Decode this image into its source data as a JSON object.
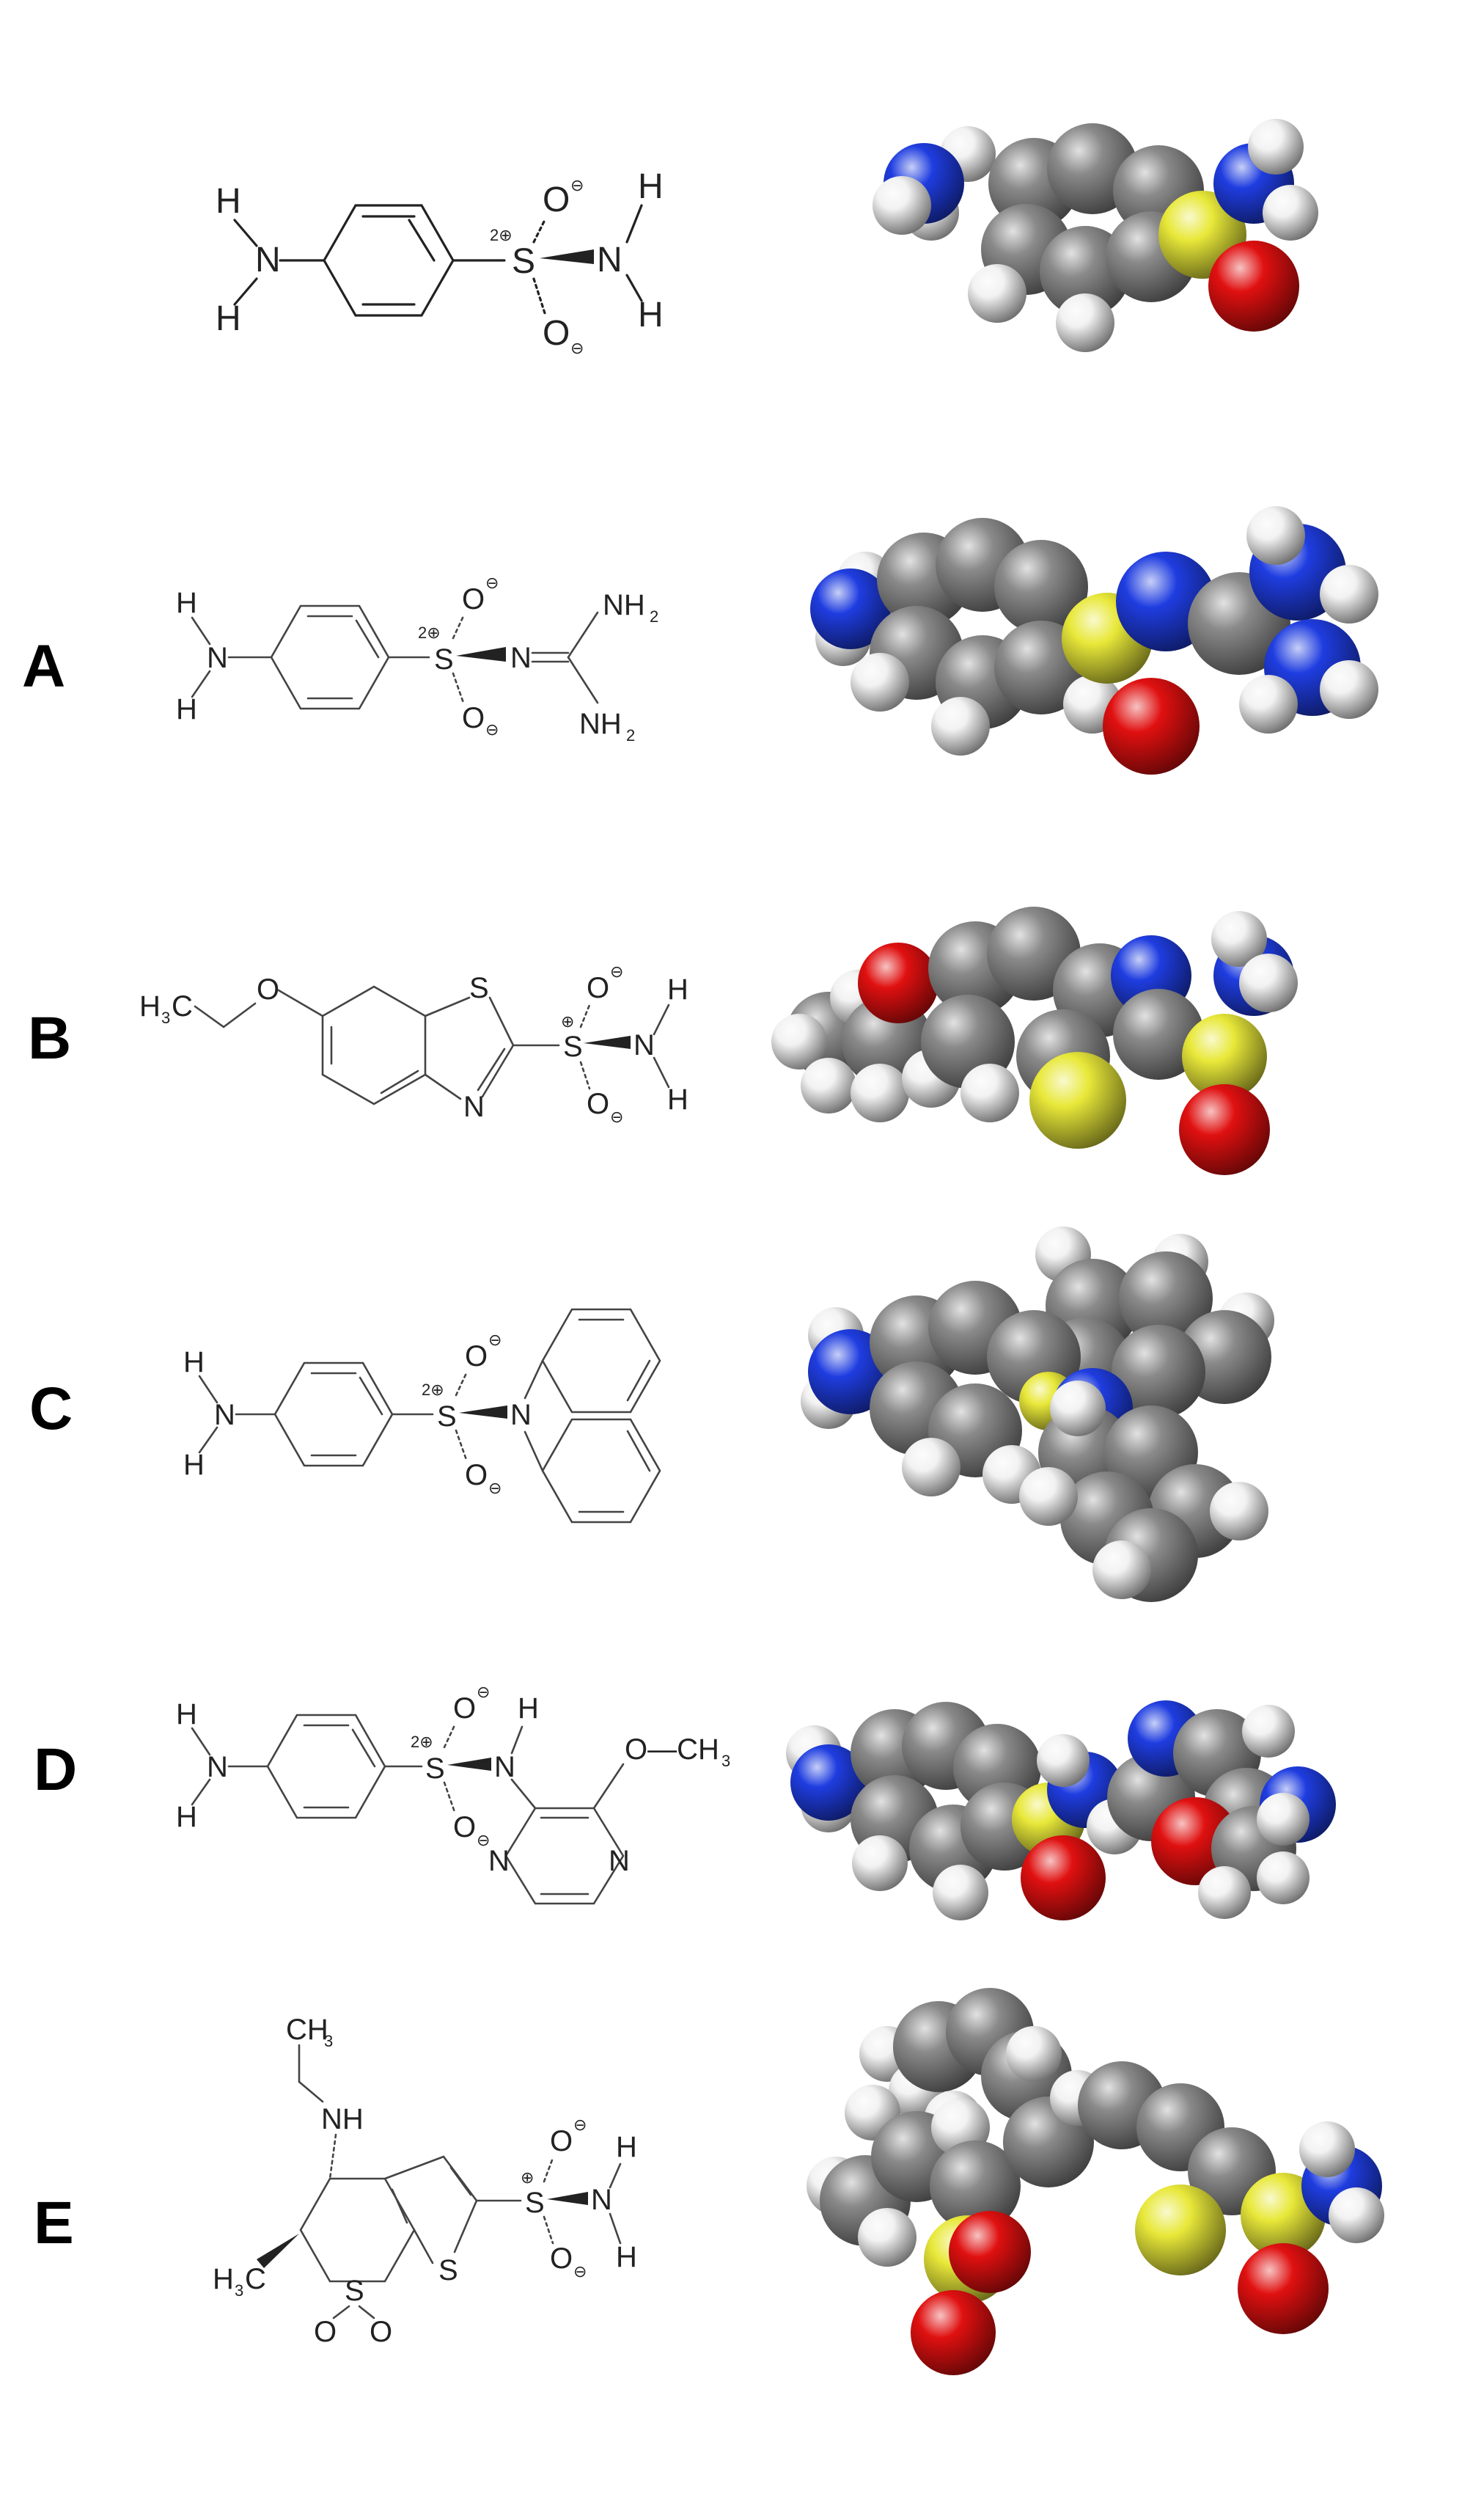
{
  "labels": {
    "row_a": "A",
    "row_b": "B",
    "row_c": "C",
    "row_d": "D",
    "row_e": "E"
  },
  "atoms": {
    "H": "H",
    "N": "N",
    "O": "O",
    "S": "S",
    "NH": "NH",
    "NH2": "NH",
    "sub2": "2",
    "H3C": "H",
    "sub3": "3",
    "C": "C",
    "CH3": "CH",
    "minus": "⊖",
    "plus2": "2⊕",
    "plus": "⊕",
    "methoxy": "O—CH"
  },
  "colors": {
    "carbon": "#8a8a8a",
    "hydrogen": "#f2f2f2",
    "nitrogen": "#1f3de0",
    "oxygen": "#e01010",
    "sulfur": "#e8e83a"
  }
}
